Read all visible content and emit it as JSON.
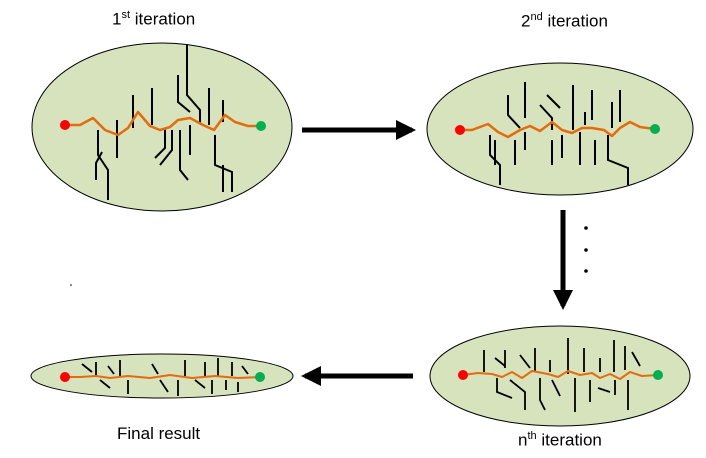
{
  "labels": {
    "iter1": {
      "prefix": "1",
      "sup": "st",
      "suffix": " iteration"
    },
    "iter2": {
      "prefix": "2",
      "sup": "nd",
      "suffix": " iteration"
    },
    "iterN": {
      "prefix": "n",
      "sup": "th",
      "suffix": " iteration"
    },
    "final": "Final result"
  },
  "colors": {
    "ellipse_fill": "#d6e3bc",
    "ellipse_stroke": "#000000",
    "path": "#e46c0a",
    "start_node": "#ff0000",
    "goal_node": "#00b050",
    "branch": "#000000",
    "arrow": "#000000"
  }
}
